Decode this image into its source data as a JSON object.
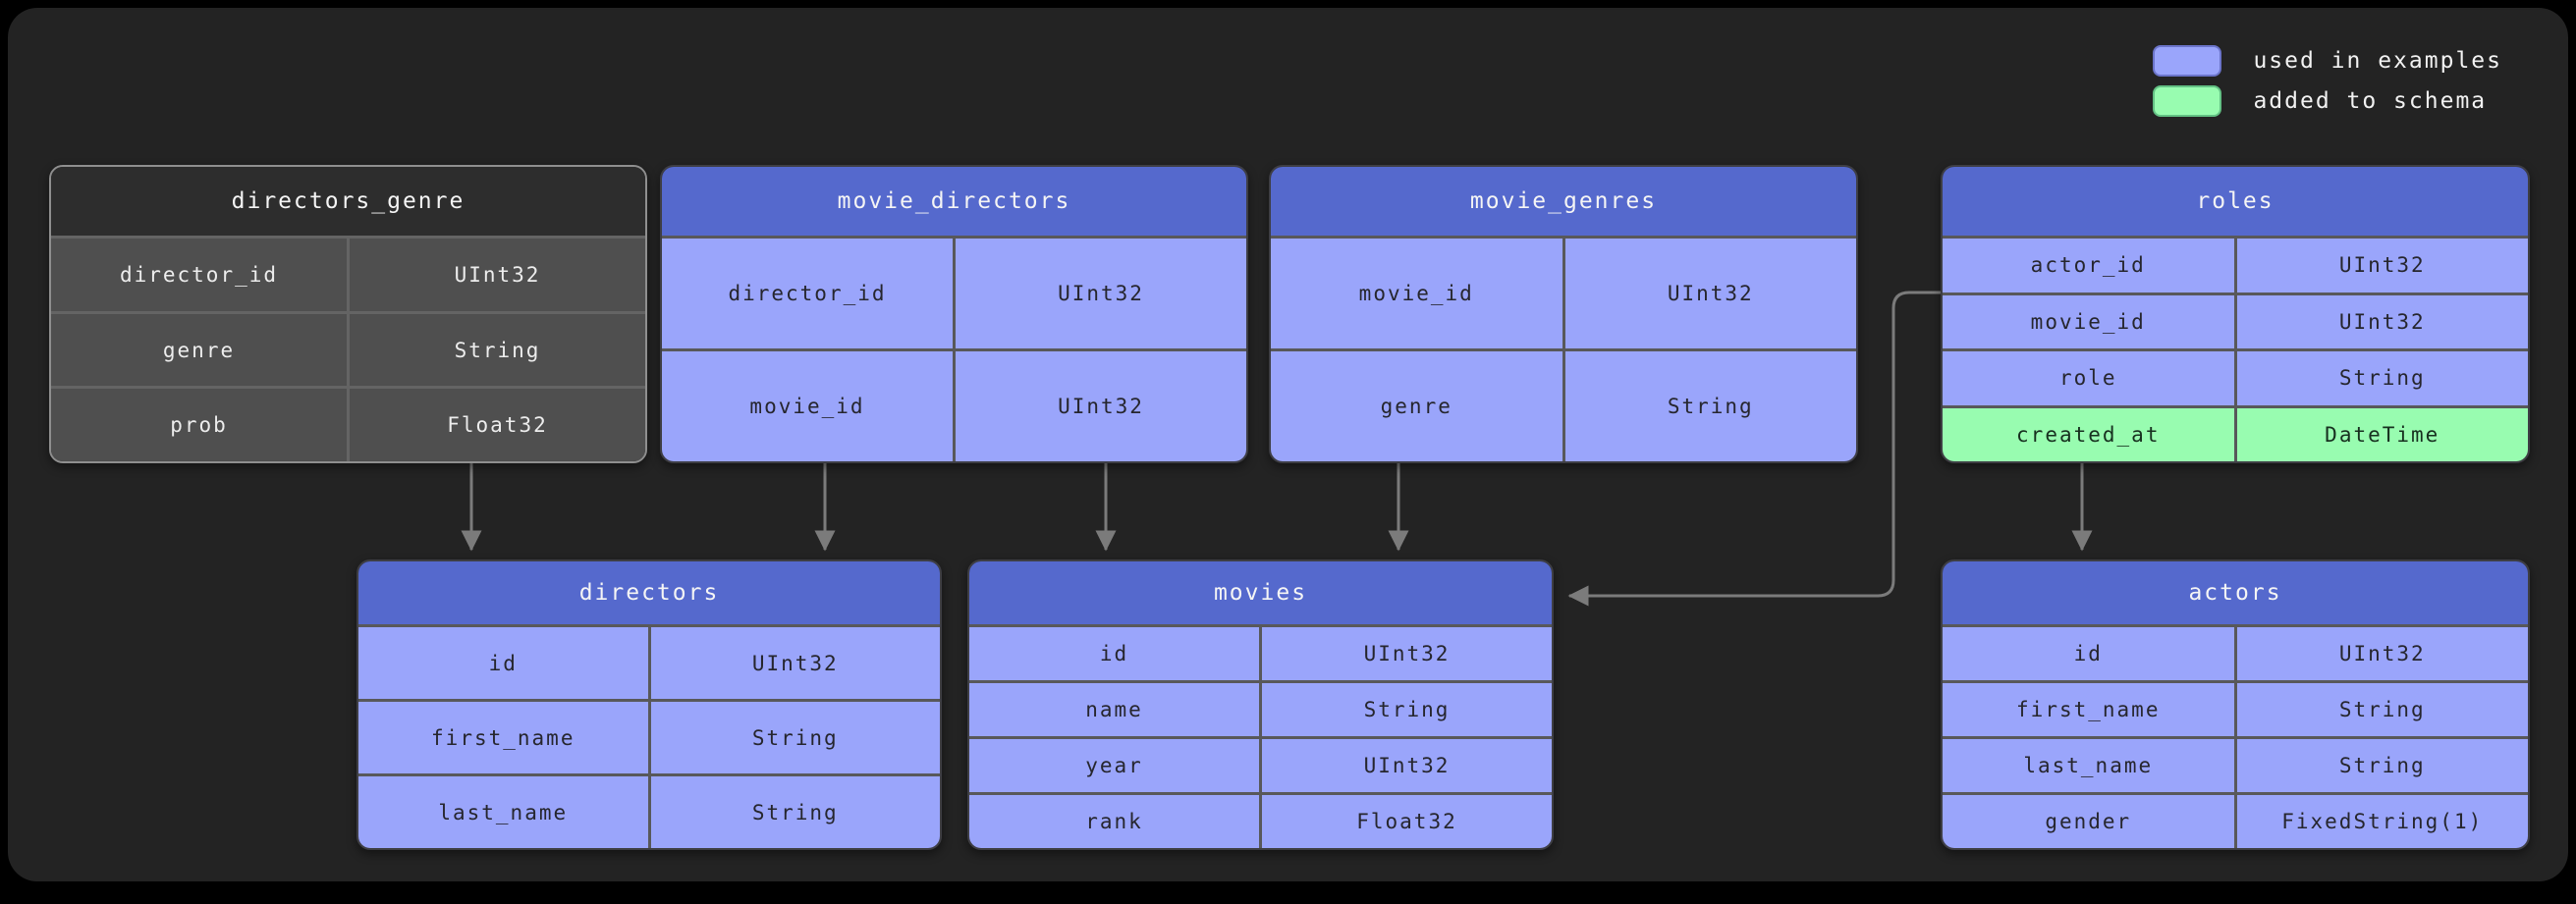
{
  "legend": {
    "items": [
      {
        "label": "used in examples",
        "color": "#9aa5fb"
      },
      {
        "label": "added to schema",
        "color": "#98fcb0"
      }
    ]
  },
  "colors": {
    "background": "#000000",
    "panel": "#232323",
    "table_header_blue": "#5569cd",
    "table_row_purple": "#9aa5fb",
    "table_row_green": "#98fcb0",
    "table_row_gray": "#4f4f4f",
    "table_header_gray": "#2d2d2d",
    "connector": "#7b7b7b"
  },
  "tables": {
    "directors_genre": {
      "title": "directors_genre",
      "rows": [
        [
          "director_id",
          "UInt32"
        ],
        [
          "genre",
          "String"
        ],
        [
          "prob",
          "Float32"
        ]
      ]
    },
    "movie_directors": {
      "title": "movie_directors",
      "rows": [
        [
          "director_id",
          "UInt32"
        ],
        [
          "movie_id",
          "UInt32"
        ]
      ]
    },
    "movie_genres": {
      "title": "movie_genres",
      "rows": [
        [
          "movie_id",
          "UInt32"
        ],
        [
          "genre",
          "String"
        ]
      ]
    },
    "roles": {
      "title": "roles",
      "rows": [
        [
          "actor_id",
          "UInt32"
        ],
        [
          "movie_id",
          "UInt32"
        ],
        [
          "role",
          "String"
        ],
        [
          "created_at",
          "DateTime"
        ]
      ]
    },
    "directors": {
      "title": "directors",
      "rows": [
        [
          "id",
          "UInt32"
        ],
        [
          "first_name",
          "String"
        ],
        [
          "last_name",
          "String"
        ]
      ]
    },
    "movies": {
      "title": "movies",
      "rows": [
        [
          "id",
          "UInt32"
        ],
        [
          "name",
          "String"
        ],
        [
          "year",
          "UInt32"
        ],
        [
          "rank",
          "Float32"
        ]
      ]
    },
    "actors": {
      "title": "actors",
      "rows": [
        [
          "id",
          "UInt32"
        ],
        [
          "first_name",
          "String"
        ],
        [
          "last_name",
          "String"
        ],
        [
          "gender",
          "FixedString(1)"
        ]
      ]
    }
  },
  "relations": [
    {
      "from": "directors_genre",
      "to": "directors"
    },
    {
      "from": "movie_directors",
      "to": "directors"
    },
    {
      "from": "movie_directors",
      "to": "movies"
    },
    {
      "from": "movie_genres",
      "to": "movies"
    },
    {
      "from": "roles",
      "to": "movies"
    },
    {
      "from": "roles",
      "to": "actors"
    }
  ]
}
